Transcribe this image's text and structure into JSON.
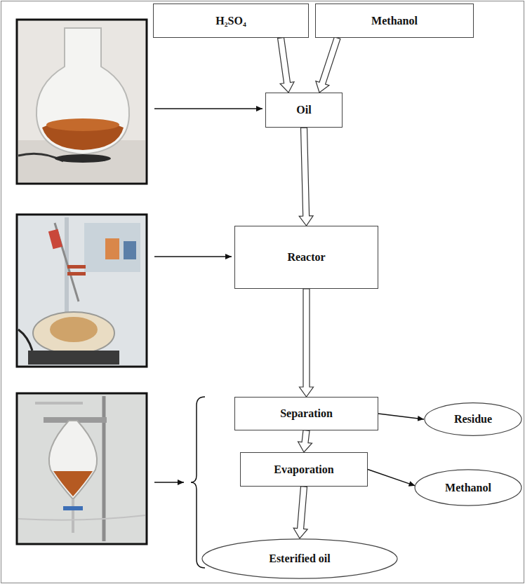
{
  "diagram": {
    "nodes": [
      {
        "text": [
          "H₂SO₄"
        ]
      },
      {
        "text": [
          "Methanol"
        ]
      },
      {
        "text": [
          "Oil"
        ]
      },
      {
        "text": [
          "Reactor"
        ]
      },
      {
        "text": [
          "Separation"
        ]
      },
      {
        "text": [
          "Residue"
        ]
      },
      {
        "text": [
          "Evaporation"
        ]
      },
      {
        "text": [
          "Methanol"
        ]
      },
      {
        "text": [
          "Esterified oil"
        ]
      }
    ],
    "edges": [
      {
        "from": 0,
        "to": 2,
        "arrow": "to"
      },
      {
        "from": 1,
        "to": 2,
        "arrow": "to"
      },
      {
        "from": 2,
        "to": 3,
        "arrow": "to"
      },
      {
        "from": 3,
        "to": 4,
        "arrow": "to"
      },
      {
        "from": 4,
        "to": 5,
        "arrow": "to"
      },
      {
        "from": 4,
        "to": 6,
        "arrow": "to"
      },
      {
        "from": 6,
        "to": 7,
        "arrow": "to"
      },
      {
        "from": 6,
        "to": 8,
        "arrow": "to"
      }
    ]
  }
}
